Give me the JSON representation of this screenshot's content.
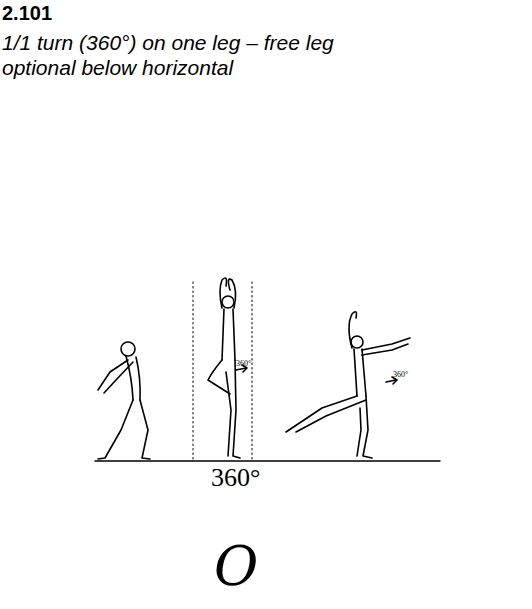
{
  "diagram": {
    "labels": [
      "2.101",
      "1/1 turn (360°) on one leg – free leg optional below horizontal",
      "360°",
      "360°",
      "360°",
      "O"
    ]
  }
}
